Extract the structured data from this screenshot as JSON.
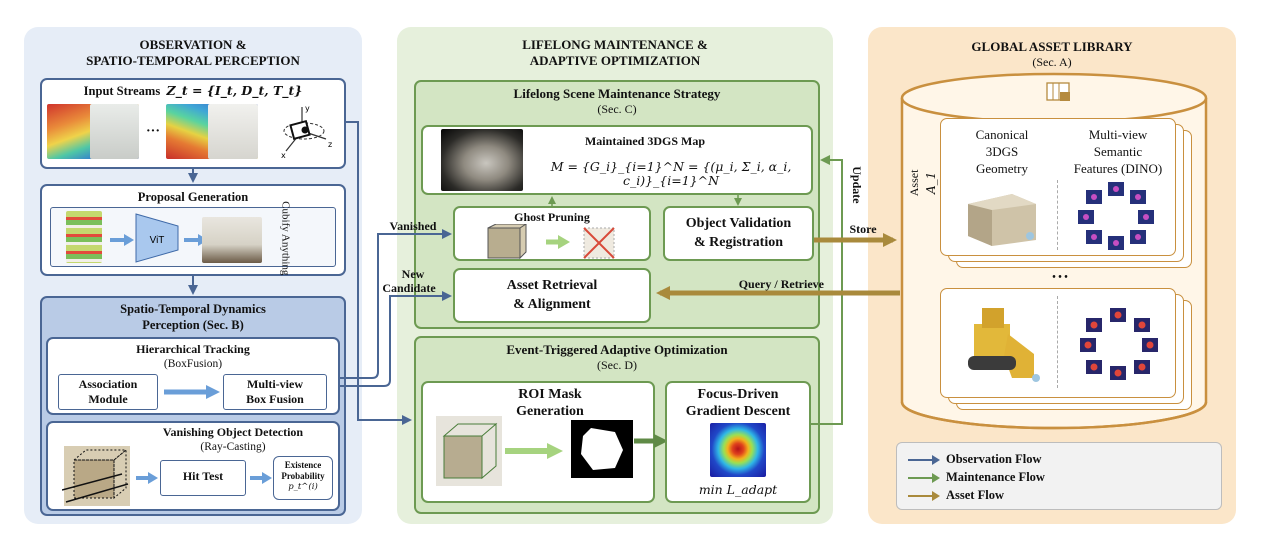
{
  "observation": {
    "title_line1": "OBSERVATION &",
    "title_line2": "SPATIO-TEMPORAL PERCEPTION",
    "input_streams": {
      "label": "Input Streams",
      "formula": "Z_t = {I_t, D_t, T_t}",
      "ellipsis": "···",
      "axis_x": "x",
      "axis_y": "y",
      "axis_z": "z"
    },
    "proposal": {
      "title": "Proposal Generation",
      "vit": "ViT",
      "cubify": "Cubify Anything"
    },
    "dynamics": {
      "title_line1": "Spatio-Temporal Dynamics",
      "title_line2": "Perception (Sec. B)",
      "tracking_title": "Hierarchical Tracking",
      "tracking_sub": "(BoxFusion)",
      "association_line1": "Association",
      "association_line2": "Module",
      "multiview_line1": "Multi-view",
      "multiview_line2": "Box Fusion",
      "vanishing_title": "Vanishing Object Detection",
      "vanishing_sub": "(Ray-Casting)",
      "hit_test": "Hit Test",
      "existence_line1": "Existence",
      "existence_line2": "Probability",
      "existence_symbol": "p_t^(i)"
    }
  },
  "maintenance": {
    "title_line1": "LIFELONG MAINTENANCE &",
    "title_line2": "ADAPTIVE OPTIMIZATION",
    "strategy_title": "Lifelong Scene Maintenance Strategy",
    "strategy_sec": "(Sec. C)",
    "map_title": "Maintained 3DGS Map",
    "map_formula": "M = {G_i}_{i=1}^N = {(μ_i, Σ_i, α_i, c_i)}_{i=1}^N",
    "ghost_pruning": "Ghost Pruning",
    "validation_line1": "Object Validation",
    "validation_line2": "& Registration",
    "retrieval_line1": "Asset Retrieval",
    "retrieval_line2": "& Alignment",
    "vanished": "Vanished",
    "new_candidate_line1": "New",
    "new_candidate_line2": "Candidate",
    "event_title": "Event-Triggered Adaptive Optimization",
    "event_sec": "(Sec. D)",
    "roi_line1": "ROI Mask",
    "roi_line2": "Generation",
    "focus_line1": "Focus-Driven",
    "focus_line2": "Gradient Descent",
    "loss": "min L_adapt"
  },
  "library": {
    "title": "GLOBAL ASSET LIBRARY",
    "sec": "(Sec. A)",
    "asset_label": "Asset",
    "asset_symbol": "A_1",
    "canonical_line1": "Canonical",
    "canonical_line2": "3DGS",
    "canonical_line3": "Geometry",
    "features_line1": "Multi-view",
    "features_line2": "Semantic",
    "features_line3": "Features (DINO)",
    "dots": "• • •"
  },
  "flows": {
    "store": "Store",
    "update": "Update",
    "query": "Query / Retrieve"
  },
  "legend": {
    "items": [
      {
        "label": "Observation Flow",
        "color": "#4a6694"
      },
      {
        "label": "Maintenance Flow",
        "color": "#6d9a52"
      },
      {
        "label": "Asset Flow",
        "color": "#a98a3c"
      }
    ]
  }
}
